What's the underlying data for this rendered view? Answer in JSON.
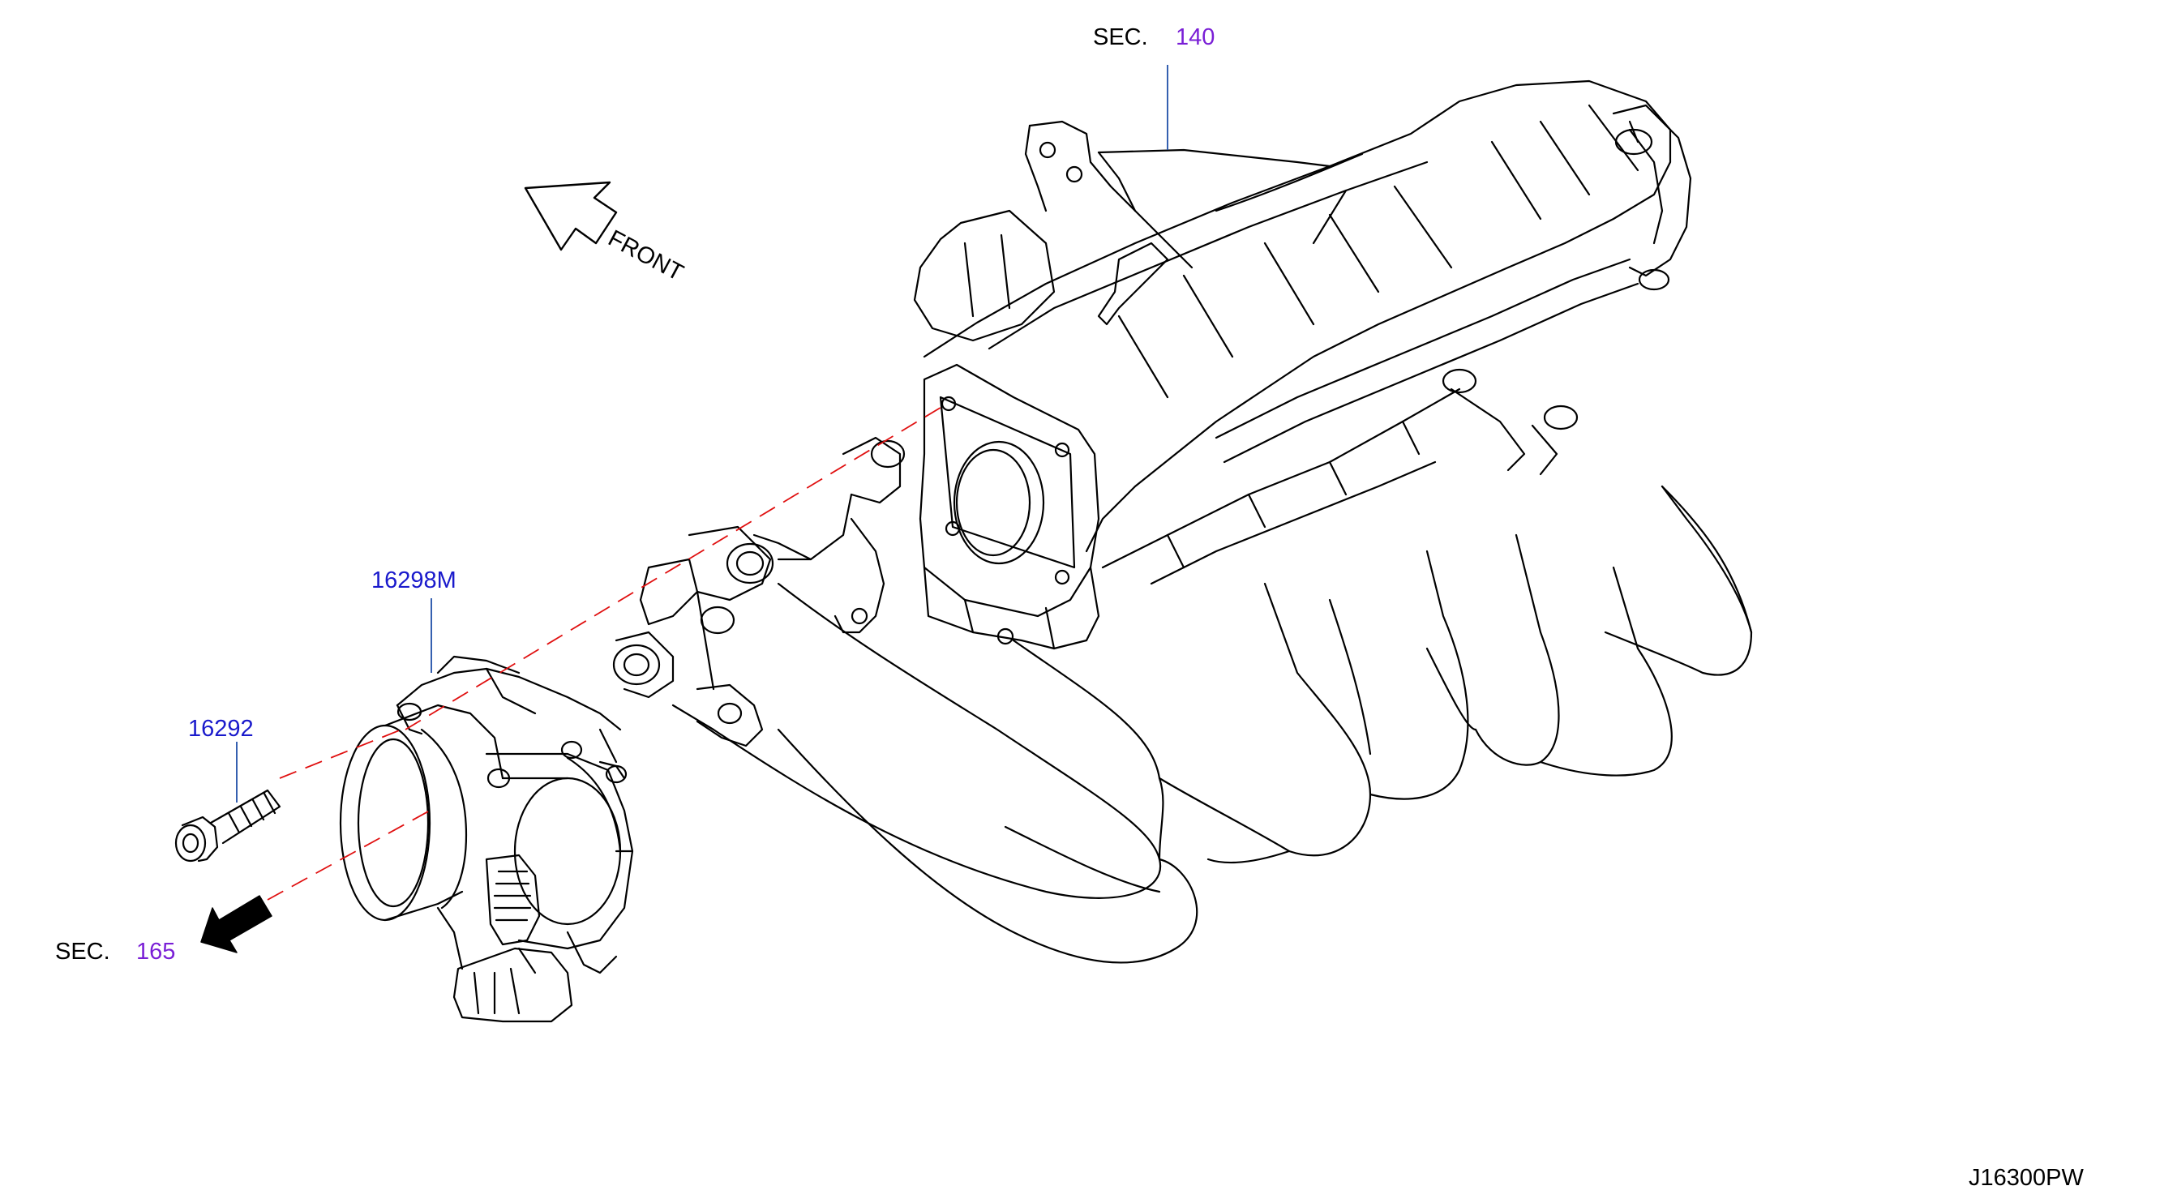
{
  "callouts": {
    "sec_top": {
      "prefix": "SEC.",
      "number": "140"
    },
    "sec_bottom": {
      "prefix": "SEC.",
      "number": "165"
    },
    "part_throttle": {
      "number": "16298M"
    },
    "part_bolt": {
      "number": "16292"
    }
  },
  "orientation": {
    "label": "FRONT"
  },
  "diagram_code": "J16300PW",
  "colors": {
    "line_art": "#000000",
    "part_number": "#1a1acc",
    "sec_number": "#7a1fd6",
    "leader": "#1f4fa8",
    "dash": "#e01010"
  }
}
